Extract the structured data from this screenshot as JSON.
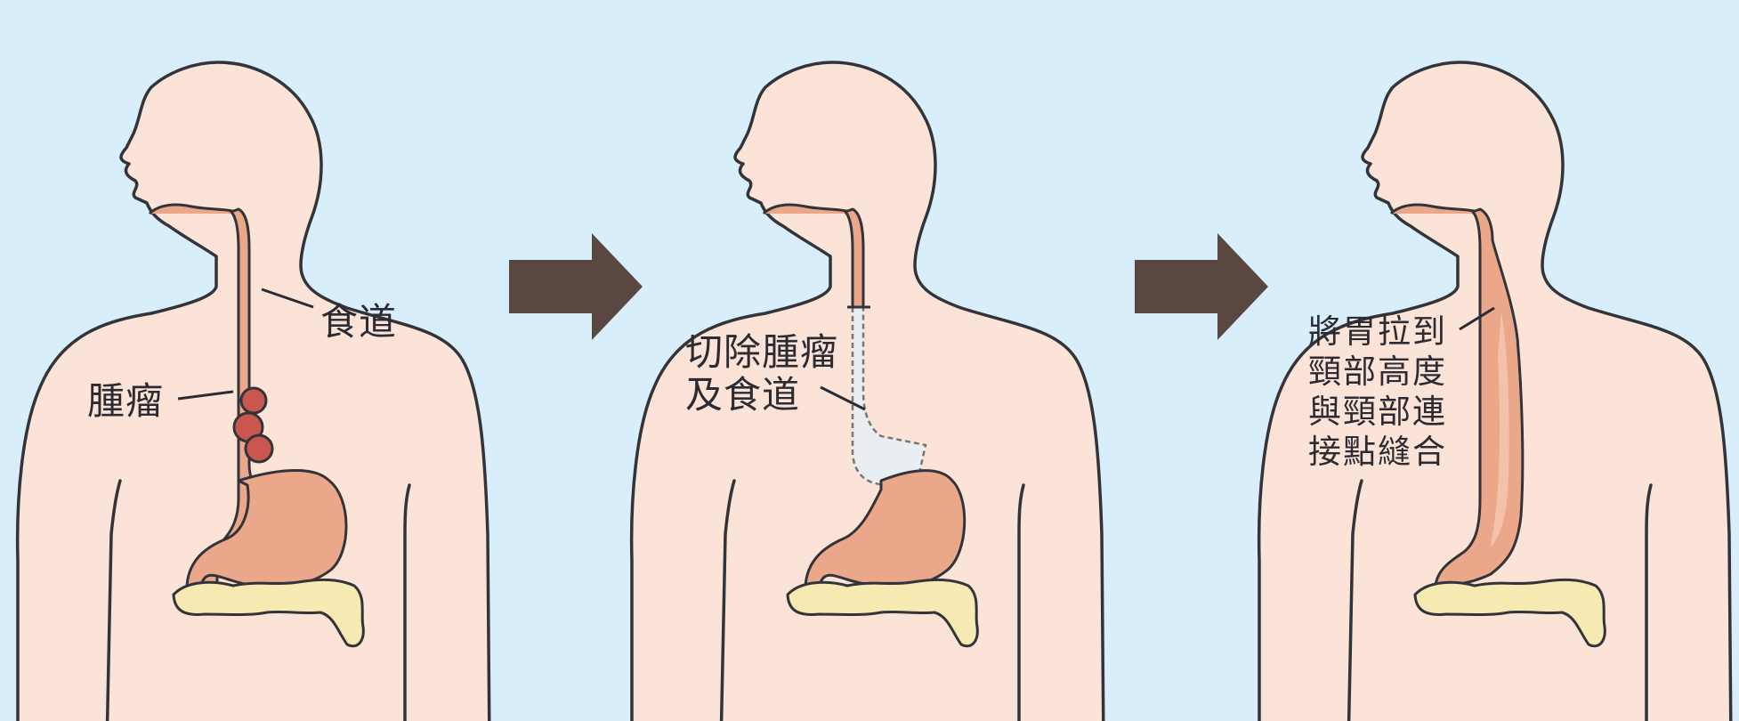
{
  "panels": [
    {
      "id": "before",
      "labels": [
        {
          "text": "食道"
        },
        {
          "text": "腫瘤"
        }
      ]
    },
    {
      "id": "resection",
      "label_lines": [
        "切除腫瘤",
        "及食道"
      ]
    },
    {
      "id": "reconstruction",
      "label_lines": [
        "將胃拉到",
        "頸部高度",
        "與頸部連",
        "接點縫合"
      ]
    }
  ],
  "colors": {
    "background": "#d9eefb",
    "skin": "#fbe3d7",
    "organ": "#eba78a",
    "tumor": "#c9574f",
    "intestine": "#f6e9b2",
    "arrow": "#5a4742",
    "outline": "#33333a"
  }
}
